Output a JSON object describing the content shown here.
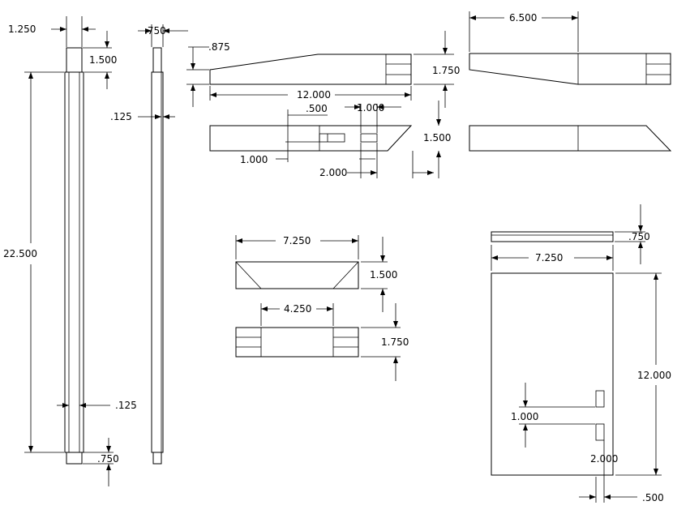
{
  "dimensions": {
    "post_width": "1.250",
    "post_tenon_length": "1.500",
    "post_length": "22.500",
    "post_groove": ".125",
    "post_foot": ".750",
    "side_post_thickness": ".750",
    "side_post_groove": ".125",
    "rail_taper": ".875",
    "rail_length": "12.000",
    "rail_height": "1.750",
    "rail_taper_length": "6.500",
    "rail_mortise_width": ".500",
    "rail_mortise_gap": "1.000",
    "rail_bottom_height": "1.500",
    "rail_mortise_offset": "1.000",
    "rail_mortise_spacing": "2.000",
    "crossbar_length": "7.250",
    "crossbar_height": "1.500",
    "crossbar_tenon_span": "4.250",
    "crossbar_bottom_height": "1.750",
    "panel_thickness": ".750",
    "panel_width": "7.250",
    "panel_length": "12.000",
    "panel_slot_spacing": "1.000",
    "panel_slot_offset": "2.000",
    "panel_slot_width": ".500"
  },
  "colors": {
    "line": "#000000",
    "background": "#ffffff"
  }
}
